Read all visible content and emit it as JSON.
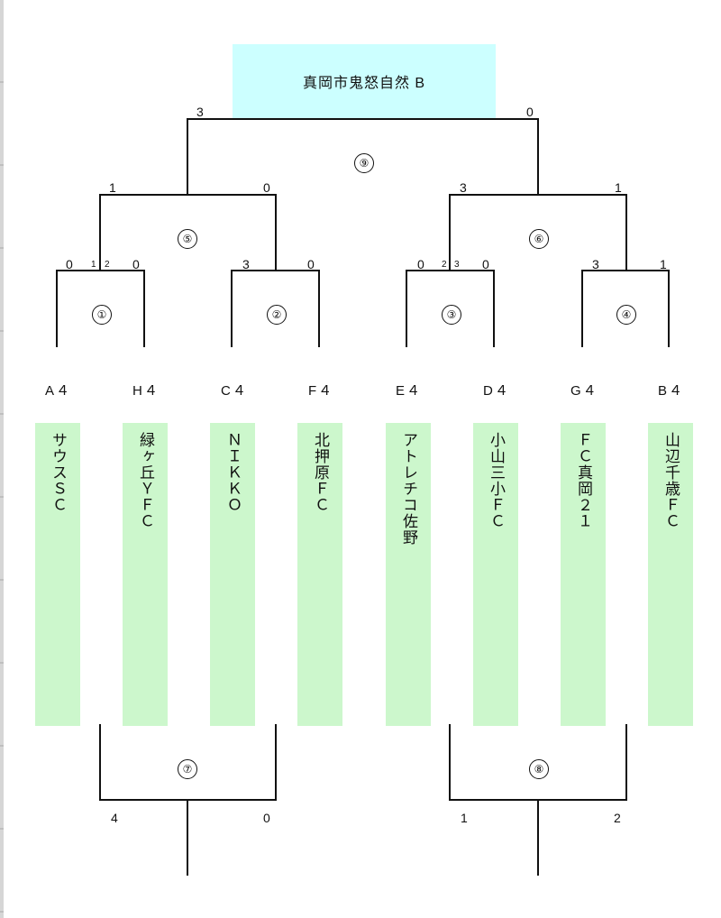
{
  "final": {
    "champion": "真岡市鬼怒自然 B",
    "match_no": "⑨",
    "score_left": "3",
    "score_right": "0"
  },
  "semis": [
    {
      "match_no": "⑤",
      "score_left": "1",
      "score_right": "0"
    },
    {
      "match_no": "⑥",
      "score_left": "3",
      "score_right": "1"
    }
  ],
  "first_round": [
    {
      "match_no": "①",
      "score_left": "0",
      "score_right": "0",
      "pk_left": "1",
      "pk_right": "2"
    },
    {
      "match_no": "②",
      "score_left": "3",
      "score_right": "0"
    },
    {
      "match_no": "③",
      "score_left": "0",
      "score_right": "0",
      "pk_left": "2",
      "pk_right": "3"
    },
    {
      "match_no": "④",
      "score_left": "3",
      "score_right": "1"
    }
  ],
  "teams": [
    {
      "seed": "A４",
      "name": "サウスＳＣ"
    },
    {
      "seed": "H４",
      "name": "緑ヶ丘ＹＦＣ"
    },
    {
      "seed": "C４",
      "name": "ＮＩＫＫＯ"
    },
    {
      "seed": "F４",
      "name": "北押原ＦＣ"
    },
    {
      "seed": "E４",
      "name": "アトレチコ佐野"
    },
    {
      "seed": "D４",
      "name": "小山三小ＦＣ"
    },
    {
      "seed": "G４",
      "name": "ＦＣ真岡２１"
    },
    {
      "seed": "B４",
      "name": "山辺千歳ＦＣ"
    }
  ],
  "placement": [
    {
      "match_no": "⑦",
      "score_left": "4",
      "score_right": "0"
    },
    {
      "match_no": "⑧",
      "score_left": "1",
      "score_right": "2"
    }
  ]
}
